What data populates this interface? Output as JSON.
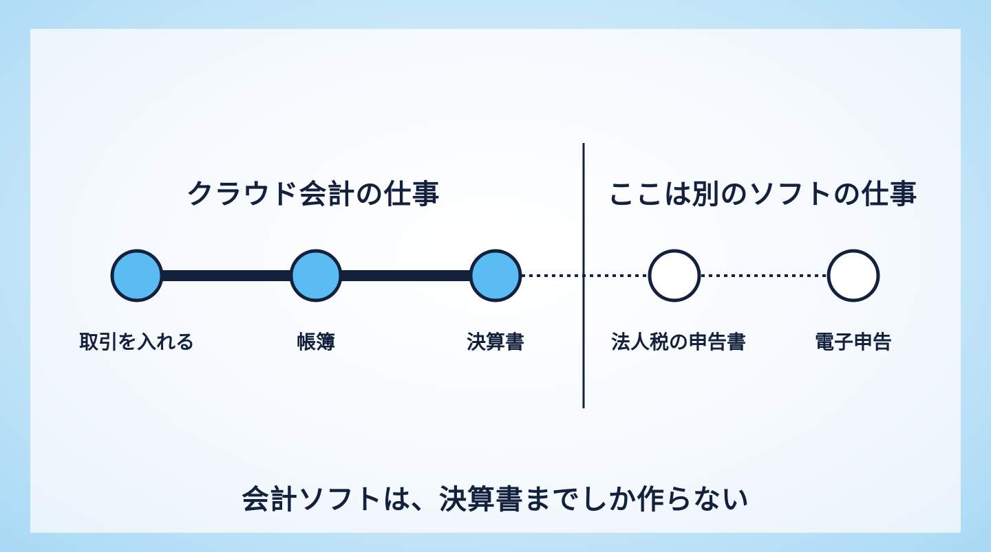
{
  "headings": {
    "left": "クラウド会計の仕事",
    "right": "ここは別のソフトの仕事"
  },
  "steps": [
    {
      "label": "取引を入れる",
      "filled": true
    },
    {
      "label": "帳簿",
      "filled": true
    },
    {
      "label": "決算書",
      "filled": true
    },
    {
      "label": "法人税の申告書",
      "filled": false
    },
    {
      "label": "電子申告",
      "filled": false
    }
  ],
  "footer": "会計ソフトは、決算書までしか作らない",
  "colors": {
    "navy": "#14213d",
    "node_fill": "#5bbcf3",
    "node_empty": "#ffffff"
  }
}
